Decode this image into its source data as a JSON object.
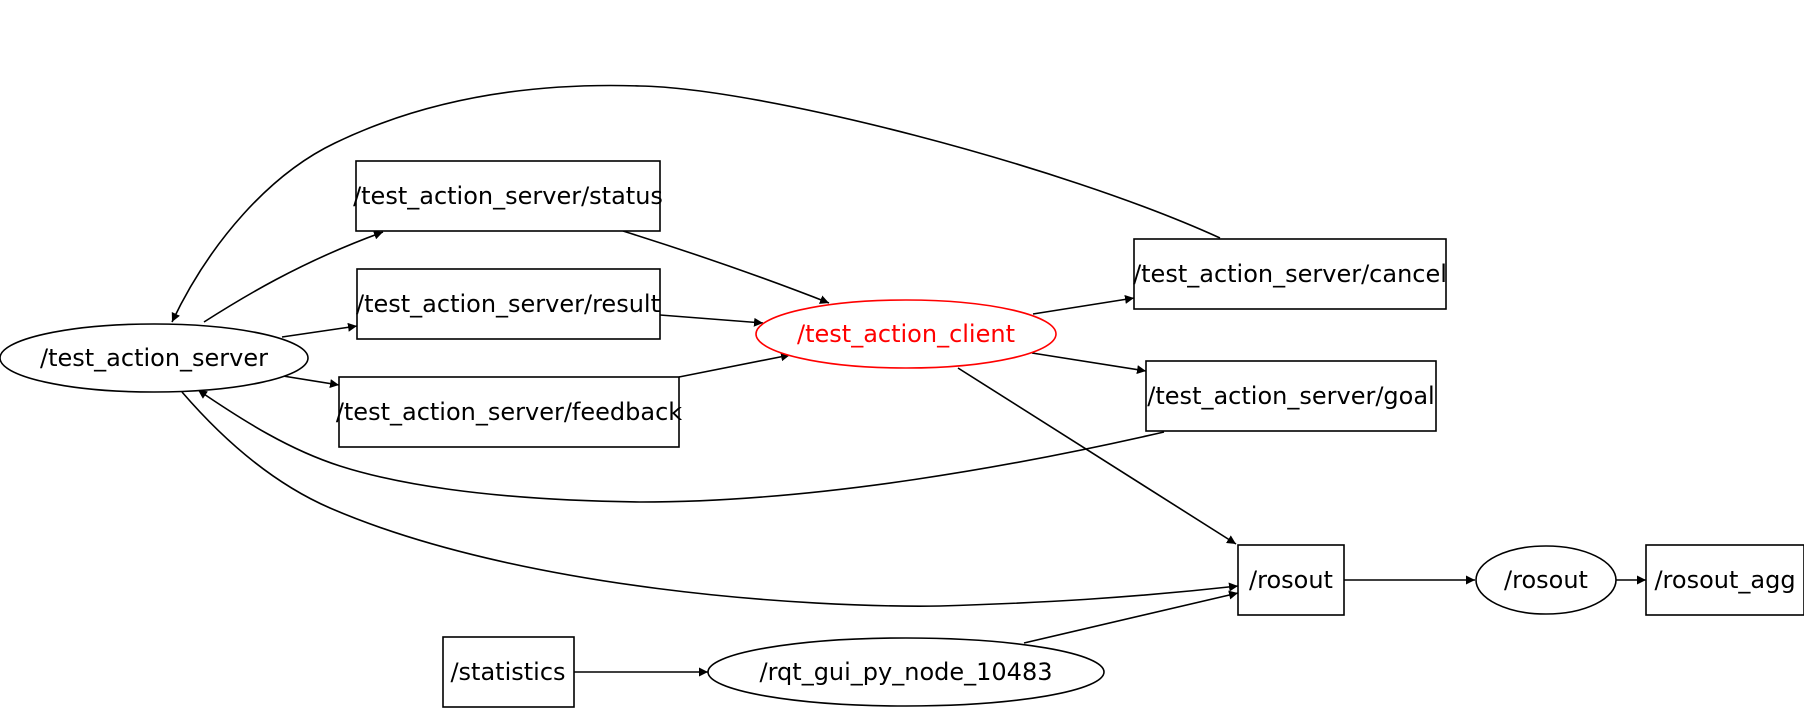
{
  "graph": {
    "colors": {
      "default": "#000000",
      "highlight": "#ff0000"
    },
    "nodes": {
      "test_action_server": {
        "label": "/test_action_server",
        "shape": "ellipse"
      },
      "status": {
        "label": "/test_action_server/status",
        "shape": "box"
      },
      "result": {
        "label": "/test_action_server/result",
        "shape": "box"
      },
      "feedback": {
        "label": "/test_action_server/feedback",
        "shape": "box"
      },
      "test_action_client": {
        "label": "/test_action_client",
        "shape": "ellipse",
        "highlighted": true
      },
      "cancel": {
        "label": "/test_action_server/cancel",
        "shape": "box"
      },
      "goal": {
        "label": "/test_action_server/goal",
        "shape": "box"
      },
      "rosout_topic": {
        "label": "/rosout",
        "shape": "box"
      },
      "rosout_node": {
        "label": "/rosout",
        "shape": "ellipse"
      },
      "rosout_agg": {
        "label": "/rosout_agg",
        "shape": "box"
      },
      "statistics": {
        "label": "/statistics",
        "shape": "box"
      },
      "rqt_gui": {
        "label": "/rqt_gui_py_node_10483",
        "shape": "ellipse"
      }
    },
    "edges": [
      {
        "from": "test_action_server",
        "to": "status"
      },
      {
        "from": "test_action_server",
        "to": "result"
      },
      {
        "from": "test_action_server",
        "to": "feedback"
      },
      {
        "from": "test_action_server",
        "to": "rosout_topic"
      },
      {
        "from": "status",
        "to": "test_action_client"
      },
      {
        "from": "result",
        "to": "test_action_client"
      },
      {
        "from": "feedback",
        "to": "test_action_client"
      },
      {
        "from": "test_action_client",
        "to": "cancel"
      },
      {
        "from": "test_action_client",
        "to": "goal"
      },
      {
        "from": "test_action_client",
        "to": "rosout_topic"
      },
      {
        "from": "cancel",
        "to": "test_action_server"
      },
      {
        "from": "goal",
        "to": "test_action_server"
      },
      {
        "from": "rosout_topic",
        "to": "rosout_node"
      },
      {
        "from": "rosout_node",
        "to": "rosout_agg"
      },
      {
        "from": "statistics",
        "to": "rqt_gui"
      },
      {
        "from": "rqt_gui",
        "to": "rosout_topic"
      }
    ]
  }
}
